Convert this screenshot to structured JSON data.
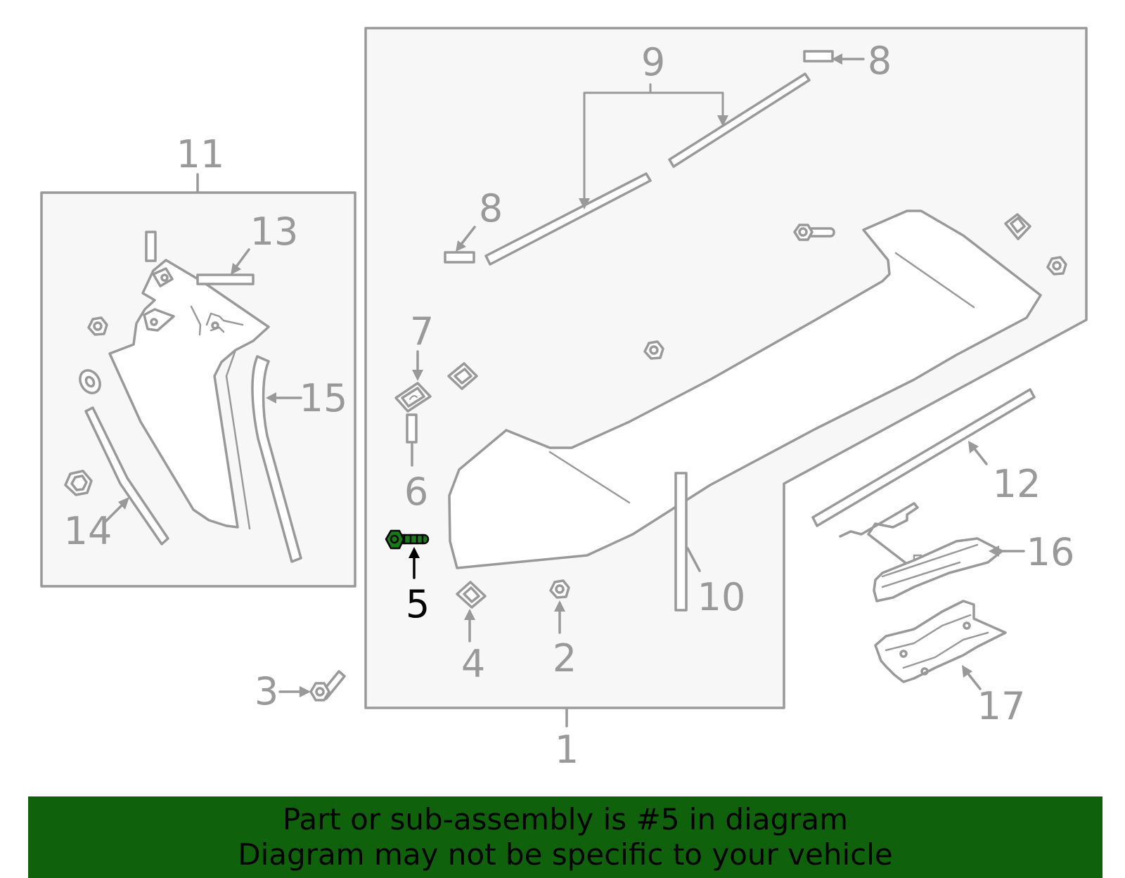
{
  "colors": {
    "line": "#999999",
    "panel_fill": "#f7f7f7",
    "highlight_part": "#1a7a1a",
    "banner_bg": "#0f620b",
    "banner_text": "#000000"
  },
  "callouts": {
    "c1": "1",
    "c2": "2",
    "c3": "3",
    "c4": "4",
    "c5": "5",
    "c6": "6",
    "c7": "7",
    "c8a": "8",
    "c8b": "8",
    "c9": "9",
    "c10": "10",
    "c11": "11",
    "c12": "12",
    "c13": "13",
    "c14": "14",
    "c15": "15",
    "c16": "16",
    "c17": "17"
  },
  "highlighted_part": "5",
  "banner": {
    "line1": "Part or sub-assembly is #5 in diagram",
    "line2": "Diagram may not be specific to your vehicle"
  }
}
